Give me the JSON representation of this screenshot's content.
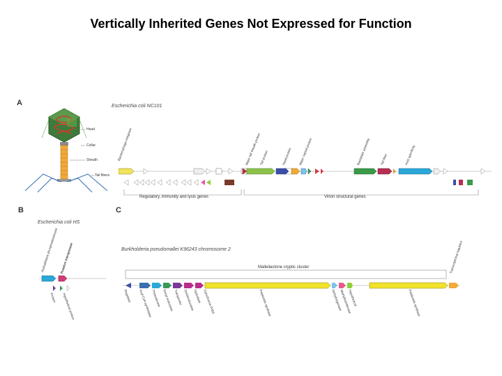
{
  "title": "Vertically Inherited Genes  Not Expressed for Function",
  "panel_a": {
    "letter": "A",
    "organism": "Escherichia coli NC101",
    "phage_labels": {
      "head": "Head",
      "collar": "Collar",
      "sheath": "Sheath",
      "tail": "Tail fibers"
    },
    "gene_labels": [
      "Bacteriophage integrase",
      "Major tail sheath protein",
      "Tail protein",
      "Head protein",
      "Major capsid protein",
      "Baseplate assembly",
      "Tail fiber",
      "Host specificity"
    ],
    "group_labels": [
      "Regulatory, immunity and lysis genes",
      "Virion structural genes"
    ],
    "legend_labels": [
      "",
      "",
      "",
      ""
    ]
  },
  "panel_b": {
    "letter": "B",
    "organism": "Escherichia coli HS",
    "gene_labels": [
      "Arylsulfatase phosphodiesterase",
      "Putative transposase",
      "Protein",
      "Hypothetical protein"
    ]
  },
  "panel_c": {
    "letter": "C",
    "organism": "Burkholderia pseudomallei K96243 chromosome 2",
    "cluster_label": "Malleilactone cryptic cluster",
    "gene_labels": [
      "Regulator",
      "Acyl-CoA synthetase",
      "Thioesterase",
      "Enoyl reductase",
      "Transporter",
      "Oxidoreductase",
      "Hydrolase",
      "Cytochrome P450",
      "Polyketide synthase",
      "Dehydrogenase",
      "Methyltransferase",
      "Hypothetical",
      "Polyketide synthase",
      "Transcriptional regulator"
    ]
  }
}
